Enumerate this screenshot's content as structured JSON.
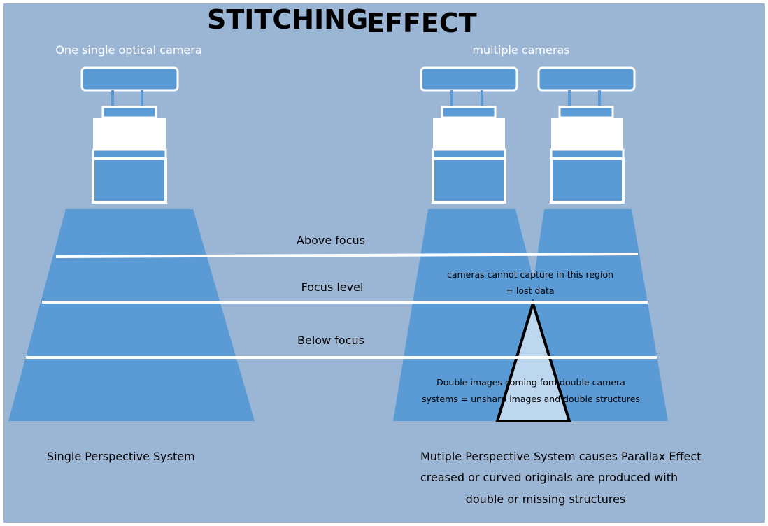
{
  "title": {
    "word1": "STITCHING",
    "word2": "EFFECT"
  },
  "left_heading": "One single optical camera",
  "right_heading": "multiple cameras",
  "levels": {
    "above": "Above focus",
    "focus": "Focus level",
    "below": "Below focus"
  },
  "lost_region": {
    "line1": "cameras cannot capture in this  region",
    "line2": "= lost data"
  },
  "double_images": {
    "line1": "Double images coming fom double camera",
    "line2": "systems = unsharp images and double structures"
  },
  "single_caption": "Single Perspective System",
  "multi_caption": {
    "line1": "Mutiple Perspective System causes Parallax Effect",
    "line2": "creased or curved originals are produced with",
    "line3": "double or missing structures"
  },
  "colors": {
    "background": "#9bb5d5",
    "camera_fill": "#5b9bd5",
    "outline": "#ffffff",
    "gap_triangle": "#bdd7ee",
    "text": "#000000"
  }
}
